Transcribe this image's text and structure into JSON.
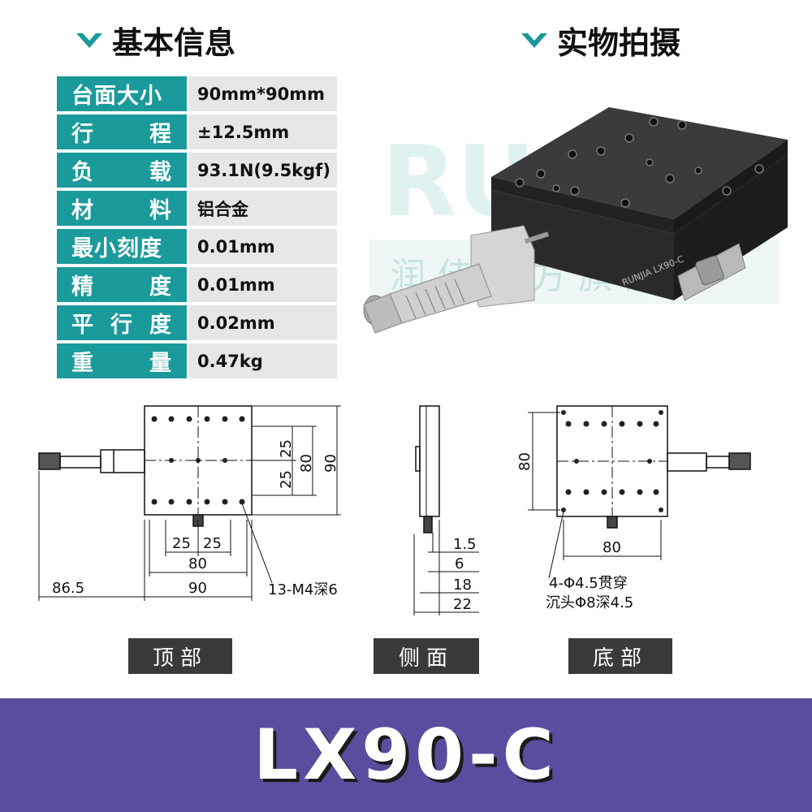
{
  "sections": {
    "info_title": "基本信息",
    "photo_title": "实物拍摄"
  },
  "specs": [
    {
      "label": "台面大小",
      "value": "90mm*90mm"
    },
    {
      "label": "行程",
      "value": "±12.5mm"
    },
    {
      "label": "负载",
      "value": "93.1N(9.5kgf)"
    },
    {
      "label": "材料",
      "value": "铝合金"
    },
    {
      "label": "最小刻度",
      "value": "0.01mm"
    },
    {
      "label": "精度",
      "value": "0.01mm"
    },
    {
      "label": "平行度",
      "value": "0.02mm"
    },
    {
      "label": "重量",
      "value": "0.47kg"
    }
  ],
  "photo": {
    "watermark_brand": "RUNJIA",
    "watermark_shop": "润佳官方旗舰店",
    "engraving": "RUNJIA LX90-C"
  },
  "drawing_top": {
    "dim_86_5": "86.5",
    "dim_90_bottom": "90",
    "dim_80_bottom": "80",
    "dim_25_left": "25",
    "dim_25_right": "25",
    "dim_25_v_top": "25",
    "dim_25_v_bottom": "25",
    "dim_80_right": "80",
    "dim_90_right": "90",
    "holes_note": "13-M4深6"
  },
  "drawing_side": {
    "dim_1_5": "1.5",
    "dim_6": "6",
    "dim_18": "18",
    "dim_22": "22"
  },
  "drawing_bottom": {
    "dim_80_left": "80",
    "dim_80_bottom": "80",
    "holes_note_1": "4-Φ4.5贯穿",
    "holes_note_2": "沉头Φ8深4.5"
  },
  "view_tags": {
    "top": "顶部",
    "side": "侧面",
    "bottom": "底部"
  },
  "banner": {
    "model": "LX90-C"
  },
  "colors": {
    "teal": "#1a9a9b",
    "banner": "#5a4d9f",
    "tag": "#3a3a3a"
  }
}
